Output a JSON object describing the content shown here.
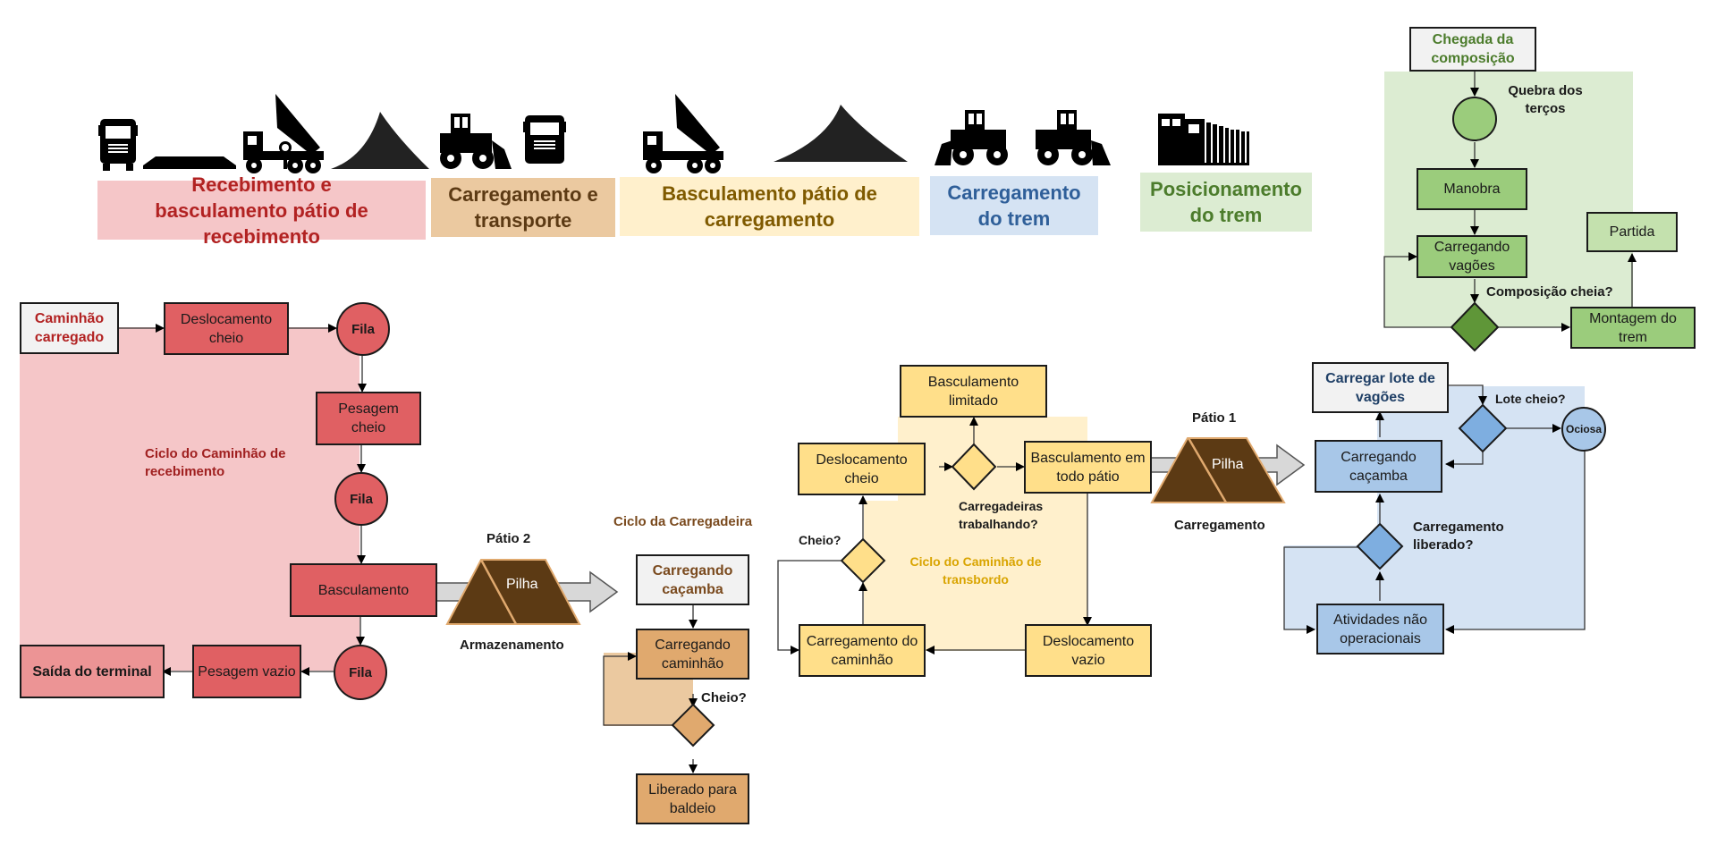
{
  "phases": [
    {
      "label": "Recebimento e basculamento pátio de recebimento",
      "color": "#b22222",
      "bg": "#f5c6c8"
    },
    {
      "label": "Carregamento e transporte",
      "color": "#5c3a14",
      "bg": "#ebc9a0"
    },
    {
      "label": "Basculamento pátio de carregamento",
      "color": "#7f5a00",
      "bg": "#fff0cc"
    },
    {
      "label": "Carregamento do trem",
      "color": "#2f5f99",
      "bg": "#d5e3f3"
    },
    {
      "label": "Posicionamento do trem",
      "color": "#4c7c2c",
      "bg": "#dcecd2"
    }
  ],
  "icons": [
    "truck-front-icon",
    "weighbridge-icon",
    "dump-truck-icon",
    "stockpile-icon",
    "wheel-loader-icon",
    "truck-front-icon",
    "dump-truck-icon",
    "stockpile-icon",
    "wheel-loader-icon",
    "wheel-loader-icon",
    "locomotive-icon"
  ],
  "reception": {
    "cycle_label": "Ciclo do Caminhão de recebimento",
    "start": "Caminhão carregado",
    "travel_full": "Deslocamento cheio",
    "queue1": "Fila",
    "weigh_full": "Pesagem cheio",
    "queue2": "Fila",
    "dump": "Basculamento",
    "queue3": "Fila",
    "weigh_empty": "Pesagem vazio",
    "exit": "Saída do terminal"
  },
  "yard2": {
    "title": "Pátio 2",
    "pile": "Pilha",
    "caption": "Armazenamento"
  },
  "loader": {
    "cycle_label": "Ciclo da Carregadeira",
    "bucket": "Carregando caçamba",
    "truck": "Carregando caminhão",
    "question": "Cheio?",
    "released": "Liberado para baldeio"
  },
  "transfer": {
    "cycle_label": "Ciclo do Caminhão de transbordo",
    "limited": "Basculamento limitado",
    "travel_full": "Deslocamento cheio",
    "dump_all": "Basculamento em todo pátio",
    "loaders_question": "Carregadeiras trabalhando?",
    "full_question": "Cheio?",
    "loading": "Carregamento do caminhão",
    "travel_empty": "Deslocamento vazio"
  },
  "yard1": {
    "title": "Pátio 1",
    "pile": "Pilha",
    "caption": "Carregamento"
  },
  "train_loading": {
    "batch": "Carregar lote de vagões",
    "batch_question": "Lote cheio?",
    "idle": "Ociosa",
    "bucket": "Carregando caçamba",
    "released_question": "Carregamento liberado?",
    "non_operational": "Atividades não operacionais"
  },
  "train_position": {
    "arrival": "Chegada da composição",
    "split_label": "Quebra dos terços",
    "maneuver": "Manobra",
    "loading": "Carregando vagões",
    "full_question": "Composição cheia?",
    "assembly": "Montagem do trem",
    "departure": "Partida"
  },
  "colors": {
    "red_node": "#e06063",
    "red_bg": "#f5c6c8",
    "brown_node": "#e0a96e",
    "brown_bg": "#ebc9a0",
    "yellow_node": "#ffdf8a",
    "yellow_bg": "#fff0cc",
    "blue_node": "#a8c7e8",
    "blue_bg": "#d5e3f3",
    "green_node": "#9bcc7c",
    "green_bg": "#dcecd2",
    "pile": "#5c3a14"
  }
}
